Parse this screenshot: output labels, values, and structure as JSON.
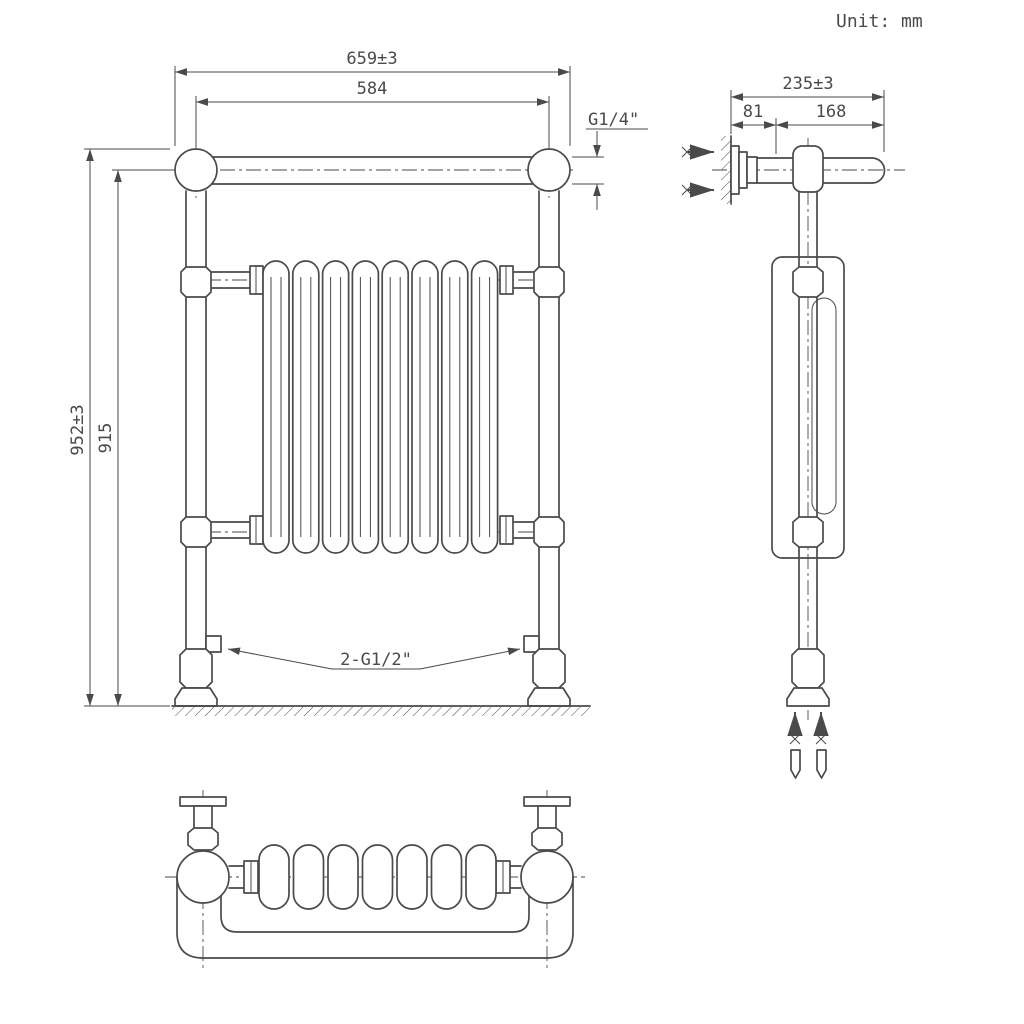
{
  "meta": {
    "unit_label": "Unit: mm"
  },
  "colors": {
    "line": "#4a4a4a",
    "background": "#ffffff"
  },
  "front_view": {
    "dimensions": {
      "overall_width": "659±3",
      "rail_center_width": "584",
      "vent_thread": "G1/4\"",
      "overall_height": "952±3",
      "rail_center_height": "915",
      "inlet_threads": "2-G1/2\""
    }
  },
  "side_view": {
    "dimensions": {
      "overall_depth": "235±3",
      "wall_to_post": "81",
      "post_to_rail_end": "168"
    }
  }
}
